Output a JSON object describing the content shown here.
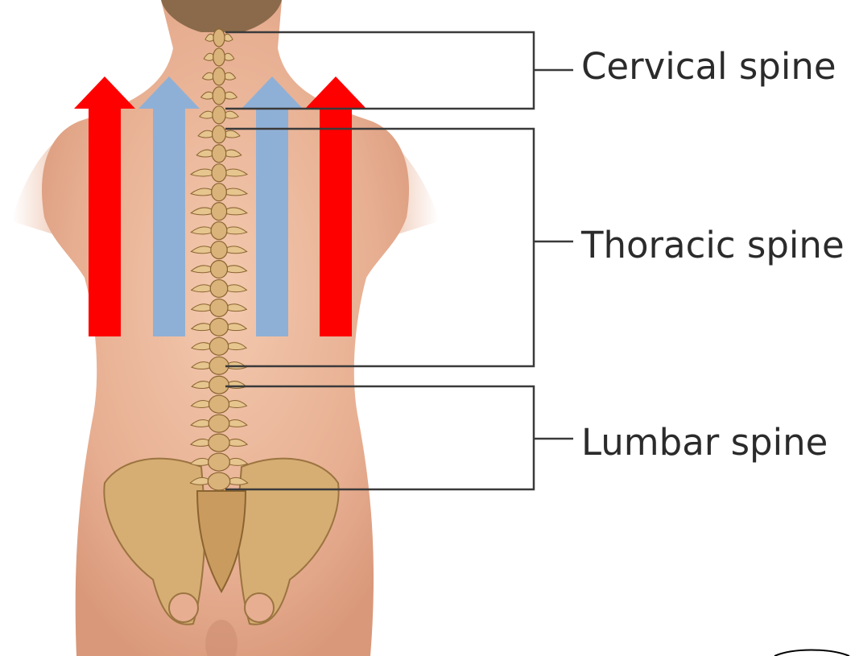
{
  "labels": {
    "cervical": "Cervical spine",
    "thoracic": "Thoracic spine",
    "lumbar": "Lumbar spine"
  },
  "colors": {
    "red_arrow": "#ff0000",
    "blue_arrow": "#8fb0d6",
    "bracket": "#3a3a3a",
    "skin": "#e8b498",
    "bone": "#d9b37a",
    "hair": "#8a6a4a"
  },
  "icons": {
    "arrows": [
      "red-arrow",
      "blue-arrow",
      "blue-arrow",
      "red-arrow"
    ],
    "corner": "circle-outline"
  }
}
